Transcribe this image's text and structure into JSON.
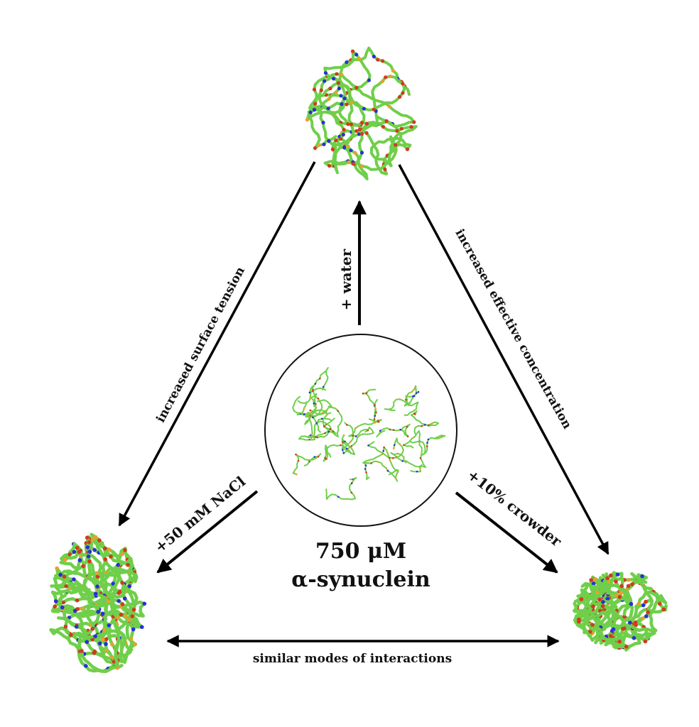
{
  "center": {
    "line1": "750 μM",
    "line2": "α-synuclein"
  },
  "conditions": {
    "water": "+ water",
    "nacl": "+50 mM NaCl",
    "crowder": "+10% crowder"
  },
  "relations": {
    "left": "increased surface tension",
    "right": "increased effective concentration",
    "bottom": "similar modes of interactions"
  },
  "colors": {
    "backbone": "#6fcf4a",
    "acidic": "#d23a1f",
    "basic": "#2a2fd6",
    "polar": "#e8a030",
    "arrow": "#000000"
  },
  "icons": {
    "dispersed": "dispersed-chains-icon",
    "condensate_top": "condensate-water-icon",
    "condensate_left": "condensate-nacl-icon",
    "condensate_right": "condensate-crowder-icon"
  }
}
